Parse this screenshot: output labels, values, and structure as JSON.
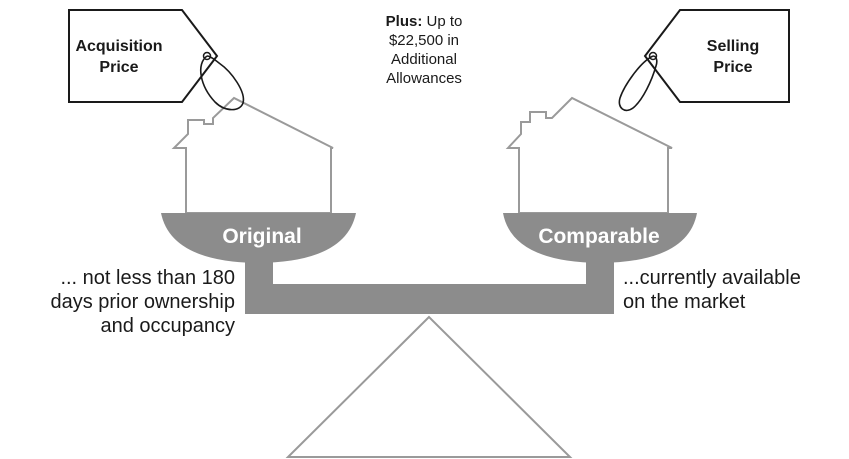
{
  "colors": {
    "scale_gray": "#8c8c8c",
    "outline_gray": "#9a9a9a",
    "text": "#1a1a1a",
    "pan_text": "#ffffff"
  },
  "plus_note": {
    "bold": "Plus:",
    "line1_rest": " Up to",
    "line2": "$22,500 in",
    "line3": "Additional",
    "line4": "Allowances"
  },
  "left_tag": {
    "line1": "Acquisition",
    "line2": "Price"
  },
  "right_tag": {
    "line1": "Selling",
    "line2": "Price"
  },
  "left_pan": {
    "label": "Original"
  },
  "right_pan": {
    "label": "Comparable"
  },
  "left_note": {
    "line1": "... not less than 180",
    "line2": "days prior ownership",
    "line3": "and occupancy"
  },
  "right_note": {
    "line1": "...currently available",
    "line2": "on the market"
  },
  "icons": {
    "left_house": "house-outline-icon",
    "right_house": "house-outline-icon",
    "fulcrum": "triangle-fulcrum-icon",
    "tag": "price-tag-icon"
  }
}
